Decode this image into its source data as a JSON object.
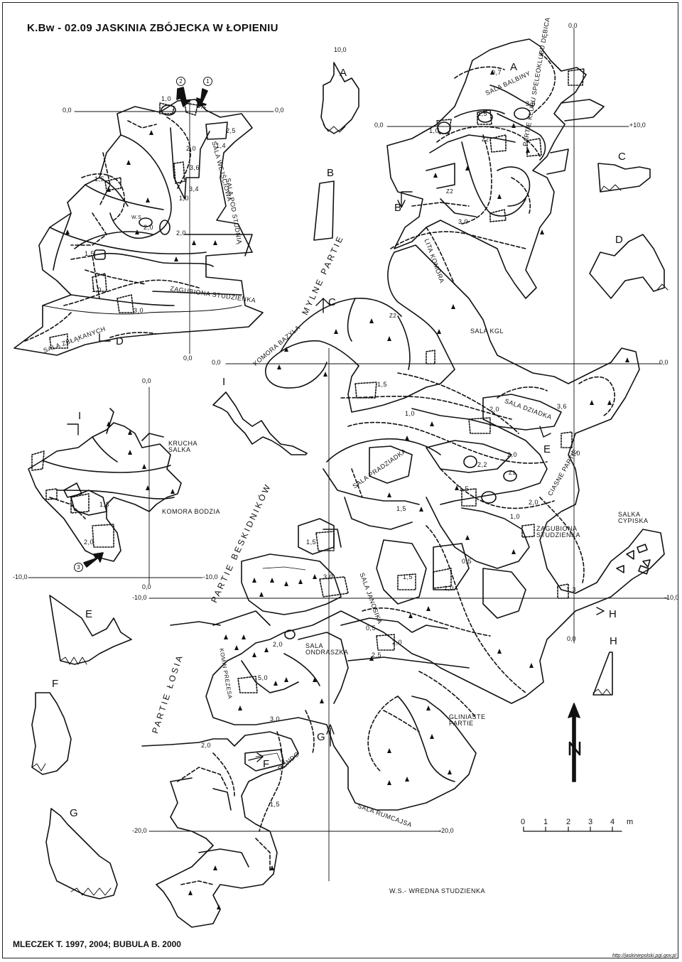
{
  "title": "K.Bw - 02.09  JASKINIA ZBÓJECKA W ŁOPIENIU",
  "authors": "MLECZEK T.  1997, 2004; BUBULA B.  2000",
  "source_url": "http://jaskiniepolski.pgi.gov.pl",
  "legend_note": "W.S.- WREDNA STUDZIENKA",
  "scale": {
    "ticks": [
      "0",
      "1",
      "2",
      "3",
      "4"
    ],
    "unit": "m"
  },
  "north_letter": "N",
  "chambers": {
    "sala_balbiny": "SALA BALBINY",
    "sala_wejsciowa": "SALA WEJŚCIOWA",
    "sala_pod_studnia": "SALA POD STUDNIĄ",
    "partie_klubu": "PARTIE KLUBU SPELEOKLUBU DĘBICA",
    "lita_komora": "LITA KOMORA",
    "sala_kgl": "SALA KGL",
    "komora_bazyla": "KOMORA BAZYLA",
    "mylne_partie": "MYLNE PARTIE",
    "zagubiona_1": "ZAGUBIONA STUDZIENKA",
    "sala_zblakanych": "SALA ZBŁĄKANYCH",
    "sala_dziadka": "SALA DZIADKA",
    "sala_pradziadka": "SALA PRADZIADKA",
    "ciasne_partie": "CIASNE PARTIE",
    "zagubiona_2": "ZAGUBIONA STUDZIENKA",
    "salka_cypiska": "SALKA CYPISKA",
    "krucha_salka": "KRUCHA SALKA",
    "komora_bodzia": "KOMORA BODZIA",
    "partie_beskidnikow": "PARTIE BESKIDNIKÓW",
    "sala_janosika": "SALA JANOSIKA",
    "sala_ondraszka": "SALA ONDRASZKA",
    "komin_prezesa": "KOMIN PREZESA",
    "rondo": "RONDO",
    "gliniaste_partie": "GLINIASTE PARTIE",
    "sala_rumcajsa": "SALA RUMCAJSA",
    "partie_losia": "PARTIE ŁOSIA",
    "ws": "W.S."
  },
  "coordinates": {
    "a": "0,0",
    "b": "0,0",
    "c": "0,0",
    "d": "0,0",
    "e": "0,0",
    "f": "+10,0",
    "g": "0,0",
    "h": "0,0",
    "i": "0,0",
    "j": "10,0",
    "k": "-10,0",
    "l": "-10,0",
    "m": "0,0",
    "n": "-10,0",
    "o": "-10,0",
    "p": "0,0",
    "q": "-20,0",
    "r": "-20,0"
  },
  "sections": [
    "A",
    "B",
    "C",
    "D",
    "E",
    "F",
    "G",
    "H",
    "I"
  ],
  "entrances": [
    "1",
    "2",
    "3"
  ],
  "depths": [
    "1,0",
    "2,2",
    "2,5",
    "2,0",
    "3,6",
    "3,4",
    "1,4",
    "1,5",
    "1,0",
    "2,0",
    "2,0",
    "1,5",
    "3,0",
    "1,0",
    "0,7",
    "1,5",
    "3,0",
    "1,0",
    "3,0",
    "1,5",
    "1,0",
    "2,0",
    "3,6",
    "2,2",
    "2,0",
    "1,0",
    "1,5",
    "1,5",
    "1,0",
    "2,0",
    "1,3",
    "2,0",
    "1,5",
    "3,0",
    "1,5",
    "1,0",
    "0,5",
    "1,3",
    "2,0",
    "0,5",
    "2,5",
    "2,0",
    "5,0",
    "3,0",
    "2,0",
    "1,5"
  ],
  "markers": [
    "Z2",
    "Z2",
    "Z2",
    "Z1"
  ]
}
